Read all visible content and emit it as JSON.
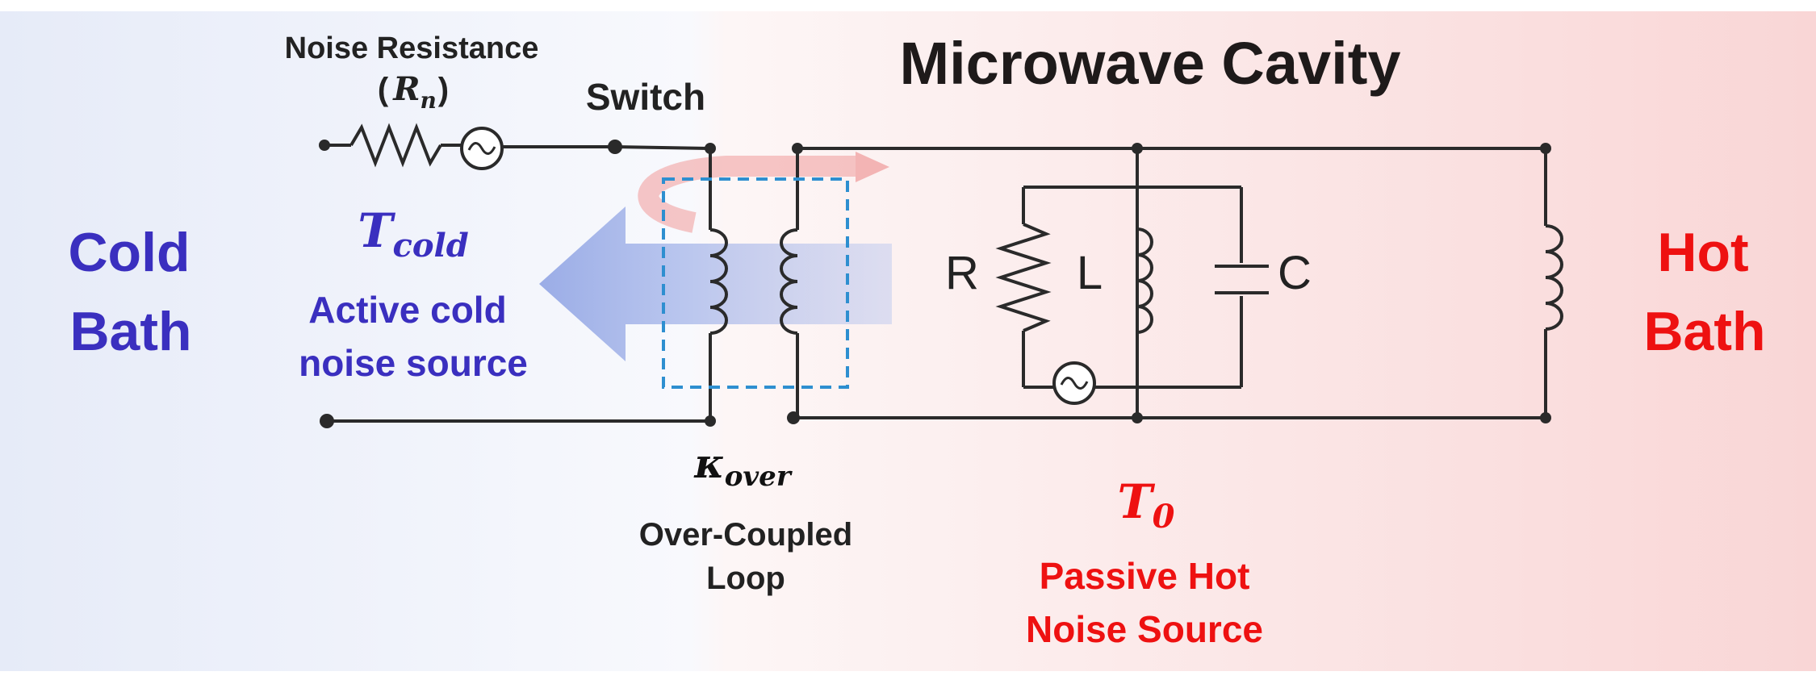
{
  "colors": {
    "cold": "#3a2fbf",
    "hot": "#ee1111",
    "wire": "#2a2a2a",
    "title": "#1e1a1a",
    "dashed_box": "#2e8fd0",
    "cold_arrow": "#9aaee8",
    "hot_arrow": "#f0a8a8"
  },
  "labels": {
    "title": "Microwave Cavity",
    "cold_bath_line1": "Cold",
    "cold_bath_line2": "Bath",
    "hot_bath_line1": "Hot",
    "hot_bath_line2": "Bath",
    "noise_resistance": "Noise Resistance",
    "noise_resistance_symbol_open": "(",
    "noise_resistance_symbol": "R",
    "noise_resistance_subscript": "n",
    "noise_resistance_symbol_close": ")",
    "switch": "Switch",
    "t_cold_symbol": "T",
    "t_cold_subscript": "cold",
    "active_source_line1": "Active cold",
    "active_source_line2": "noise source",
    "kappa_symbol": "κ",
    "kappa_subscript": "over",
    "over_coupled_line1": "Over-Coupled",
    "over_coupled_line2": "Loop",
    "t0_symbol": "T",
    "t0_subscript": "0",
    "passive_source_line1": "Passive Hot",
    "passive_source_line2": "Noise Source",
    "resistor_R": "R",
    "inductor_L": "L",
    "capacitor_C": "C"
  },
  "icons": [
    "resistor-symbol",
    "ac-source-icon",
    "inductor-coil",
    "capacitor-symbol",
    "node-dot"
  ]
}
